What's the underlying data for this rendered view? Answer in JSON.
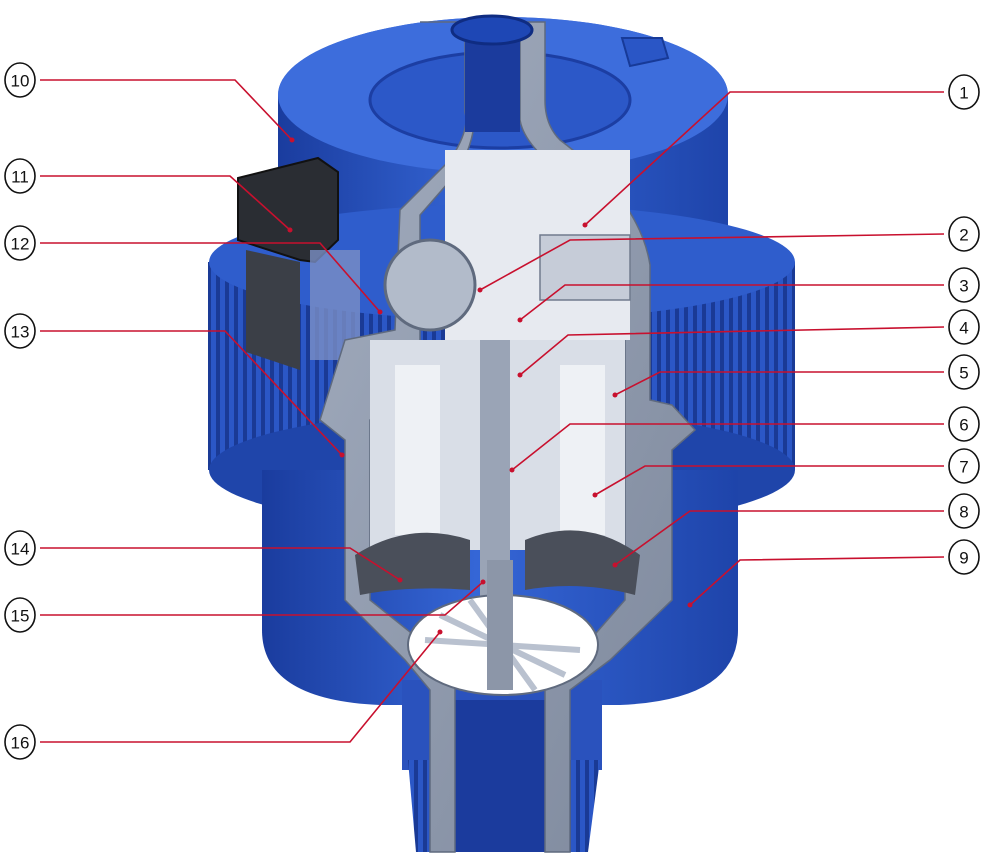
{
  "diagram": {
    "colors": {
      "body_blue": "#2f5fd0",
      "body_blue_dark": "#15379a",
      "body_blue_light": "#5a86ec",
      "section_gray": "#8e99ad",
      "section_gray_light": "#c9d1de",
      "leader_red": "#c8102e"
    },
    "callouts": [
      {
        "label": "1"
      },
      {
        "label": "2"
      },
      {
        "label": "3"
      },
      {
        "label": "4"
      },
      {
        "label": "5"
      },
      {
        "label": "6"
      },
      {
        "label": "7"
      },
      {
        "label": "8"
      },
      {
        "label": "9"
      },
      {
        "label": "10"
      },
      {
        "label": "11"
      },
      {
        "label": "12"
      },
      {
        "label": "13"
      },
      {
        "label": "14"
      },
      {
        "label": "15"
      },
      {
        "label": "16"
      }
    ]
  }
}
